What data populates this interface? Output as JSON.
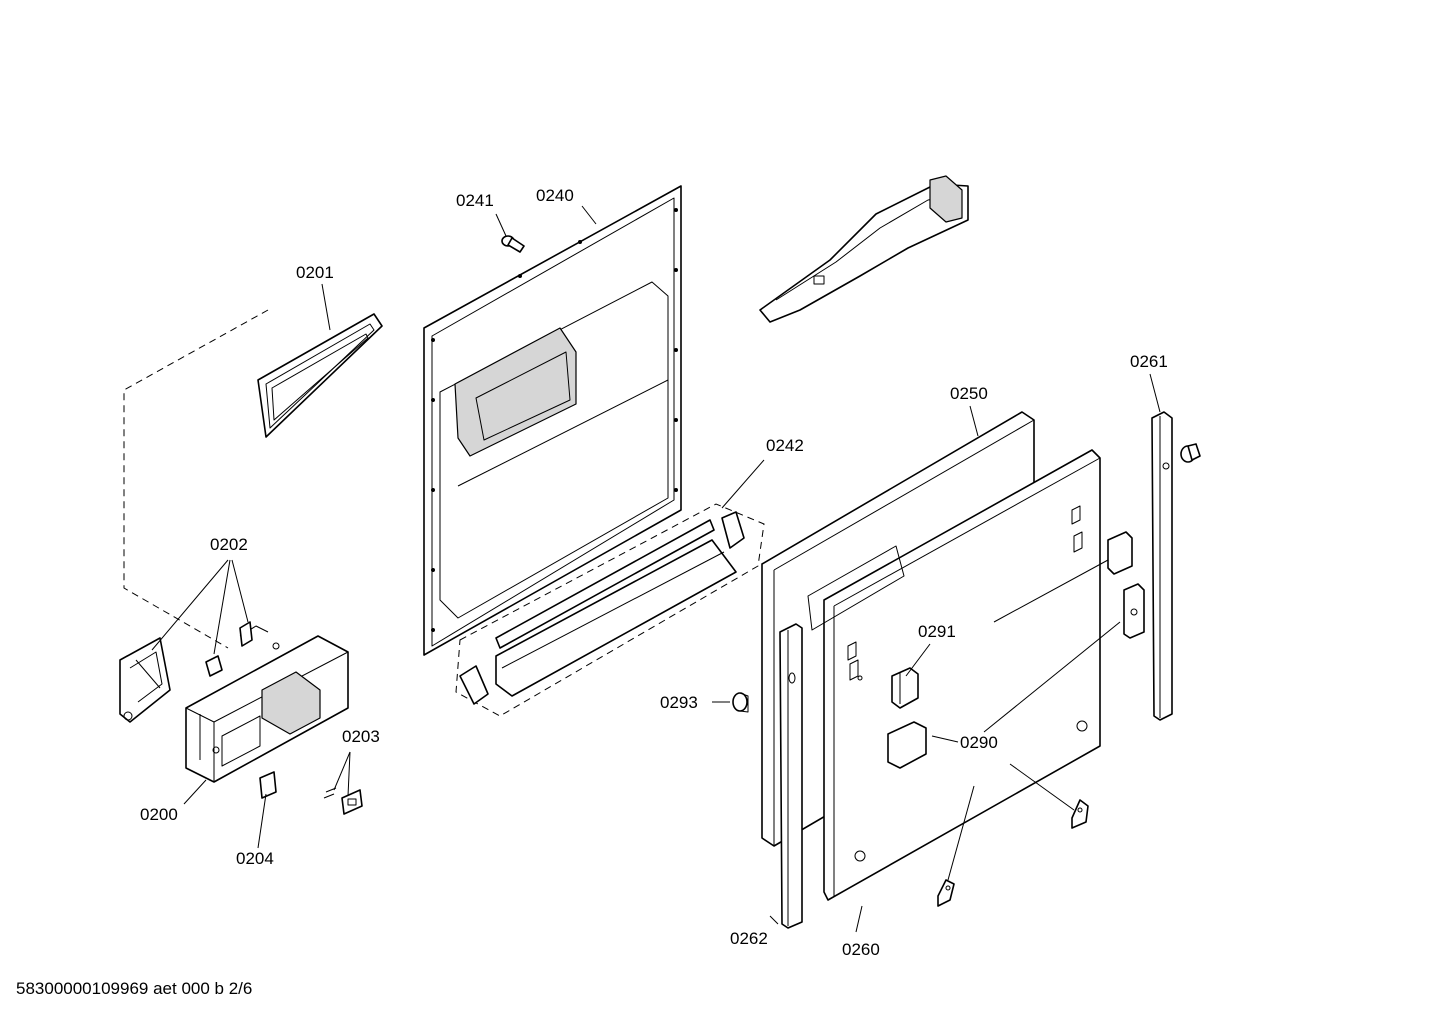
{
  "callouts": {
    "c0200": "0200",
    "c0201": "0201",
    "c0202": "0202",
    "c0203": "0203",
    "c0204": "0204",
    "c0240": "0240",
    "c0241": "0241",
    "c0242": "0242",
    "c0250": "0250",
    "c0260": "0260",
    "c0261": "0261",
    "c0262": "0262",
    "c0290": "0290",
    "c0291": "0291",
    "c0293": "0293"
  },
  "footer": "58300000109969 aet 000 b 2/6"
}
